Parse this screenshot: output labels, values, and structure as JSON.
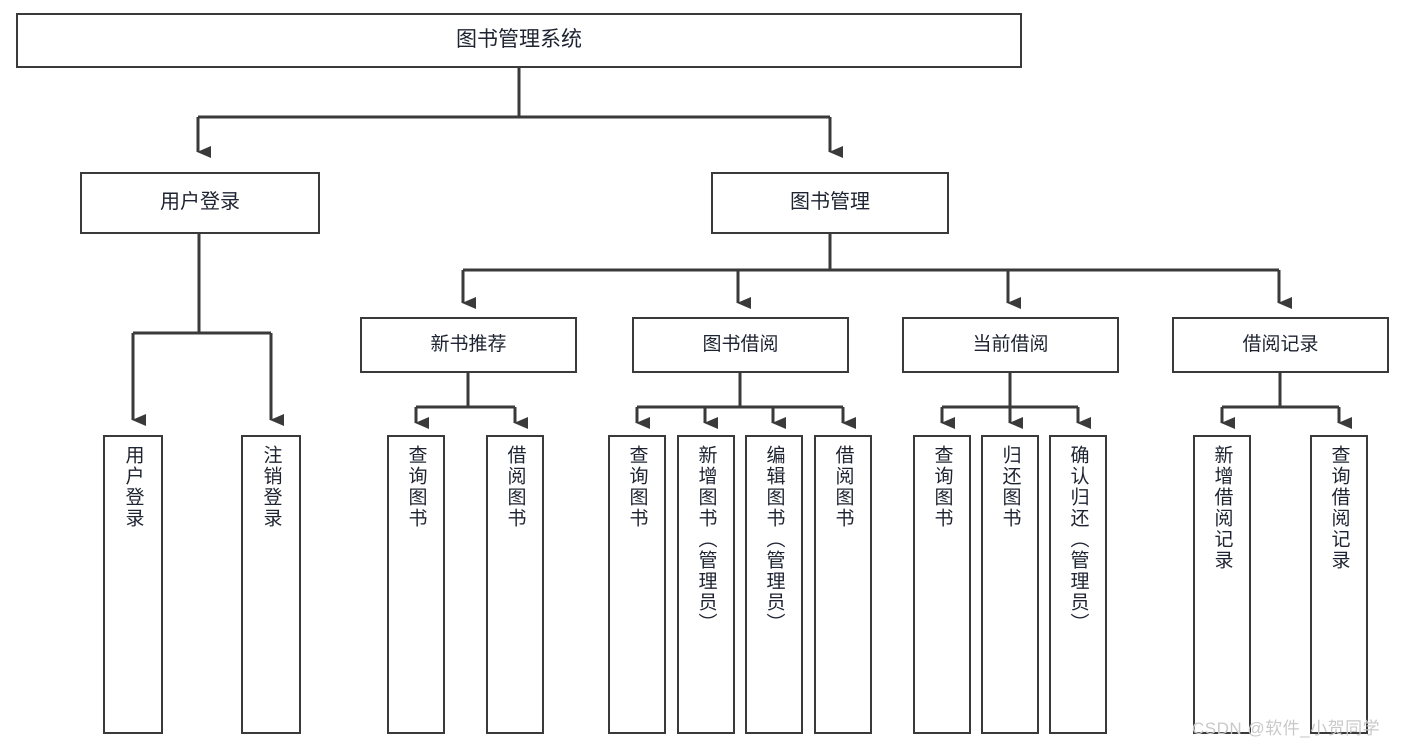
{
  "diagram": {
    "title": "图书管理系统",
    "type": "tree-hierarchy",
    "root": {
      "label": "图书管理系统"
    },
    "level1": [
      {
        "label": "用户登录"
      },
      {
        "label": "图书管理"
      }
    ],
    "level2": [
      {
        "label": "新书推荐"
      },
      {
        "label": "图书借阅"
      },
      {
        "label": "当前借阅"
      },
      {
        "label": "借阅记录"
      }
    ],
    "leaves": {
      "user_login": [
        {
          "label": "用户登录"
        },
        {
          "label": "注销登录"
        }
      ],
      "new_book_recommend": [
        {
          "label": "查询图书"
        },
        {
          "label": "借阅图书"
        }
      ],
      "book_borrow": [
        {
          "label": "查询图书"
        },
        {
          "label": "新增图书（管理员）"
        },
        {
          "label": "编辑图书（管理员）"
        },
        {
          "label": "借阅图书"
        }
      ],
      "current_borrow": [
        {
          "label": "查询图书"
        },
        {
          "label": "归还图书"
        },
        {
          "label": "确认归还（管理员）"
        }
      ],
      "borrow_record": [
        {
          "label": "新增借阅记录"
        },
        {
          "label": "查询借阅记录"
        }
      ]
    }
  },
  "watermark": {
    "text": "CSDN @软件_小贺同学"
  },
  "colors": {
    "stroke": "#3a3a3a",
    "box_fill": "#ffffff",
    "text": "#1d2330",
    "watermark": "#c9c9c9"
  }
}
